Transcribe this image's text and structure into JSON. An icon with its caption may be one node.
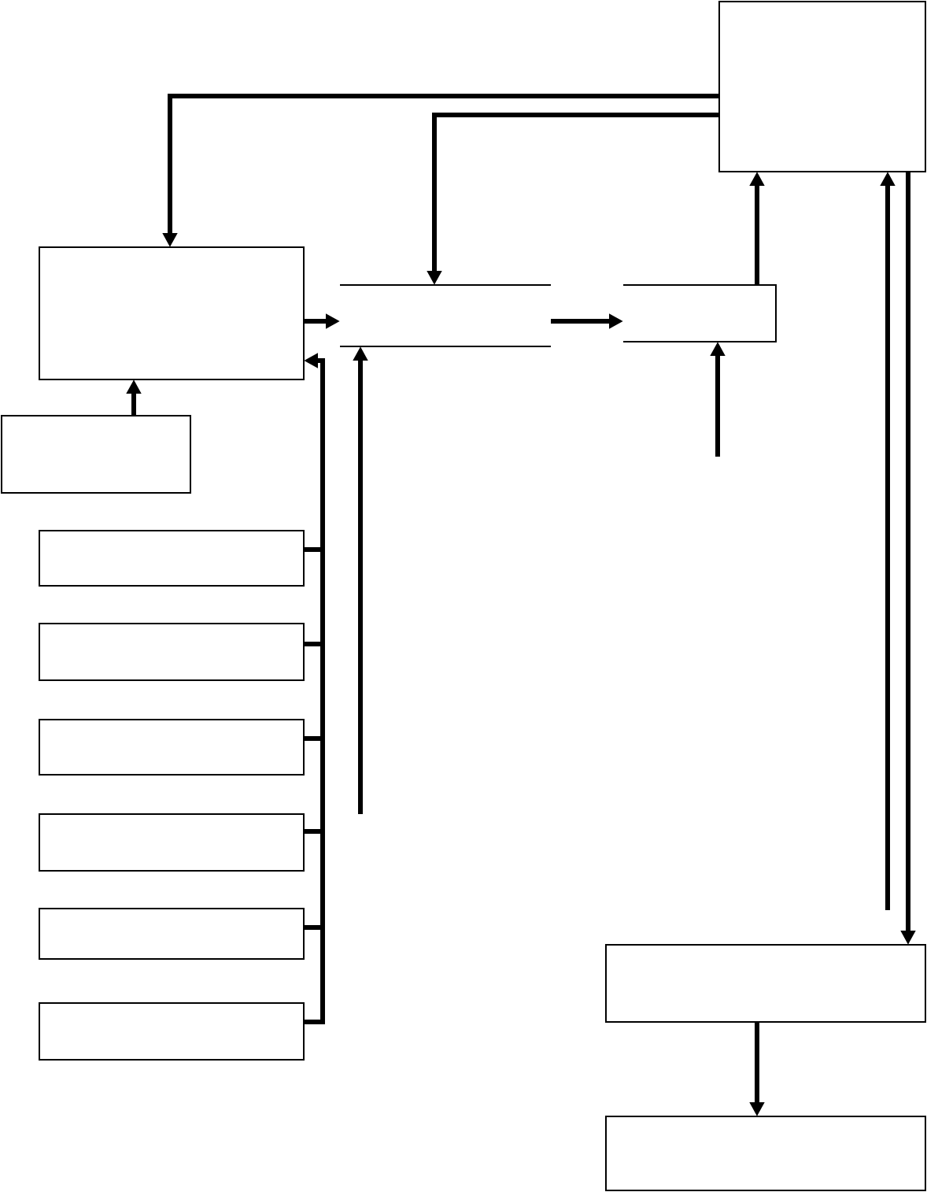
{
  "diagram": {
    "nodes": [
      {
        "text": [],
        "shape": "box"
      },
      {
        "text": [],
        "shape": "box"
      },
      {
        "text": [],
        "shape": "store"
      },
      {
        "text": [],
        "shape": "store"
      },
      {
        "text": [],
        "shape": "box"
      },
      {
        "text": [],
        "shape": "box"
      },
      {
        "text": [],
        "shape": "box"
      },
      {
        "text": [],
        "shape": "box"
      },
      {
        "text": [],
        "shape": "box"
      },
      {
        "text": [],
        "shape": "box"
      },
      {
        "text": [],
        "shape": "box"
      },
      {
        "text": [],
        "shape": "box"
      },
      {
        "text": [],
        "shape": "box"
      }
    ],
    "edges": [
      {
        "from": 0,
        "to": 1,
        "arrow": "to"
      },
      {
        "from": 0,
        "to": 2,
        "arrow": "to"
      },
      {
        "from": 4,
        "to": 1,
        "arrow": "to"
      },
      {
        "from": 1,
        "to": 2,
        "arrow": "to"
      },
      {
        "from": 2,
        "to": 3,
        "arrow": "to"
      },
      {
        "from": 3,
        "to": 0,
        "arrow": "to"
      },
      {
        "from": null,
        "to": 3,
        "arrow": "to"
      },
      {
        "from": null,
        "to": 2,
        "arrow": "to"
      },
      {
        "from": 5,
        "to": 1,
        "arrow": "to"
      },
      {
        "from": 6,
        "to": 1,
        "arrow": "to"
      },
      {
        "from": 7,
        "to": 1,
        "arrow": "to"
      },
      {
        "from": 8,
        "to": 1,
        "arrow": "to"
      },
      {
        "from": 9,
        "to": 1,
        "arrow": "to"
      },
      {
        "from": 10,
        "to": 1,
        "arrow": "to"
      },
      {
        "from": null,
        "to": 0,
        "arrow": "to"
      },
      {
        "from": 0,
        "to": 11,
        "arrow": "to"
      },
      {
        "from": 11,
        "to": 12,
        "arrow": "to"
      }
    ]
  }
}
